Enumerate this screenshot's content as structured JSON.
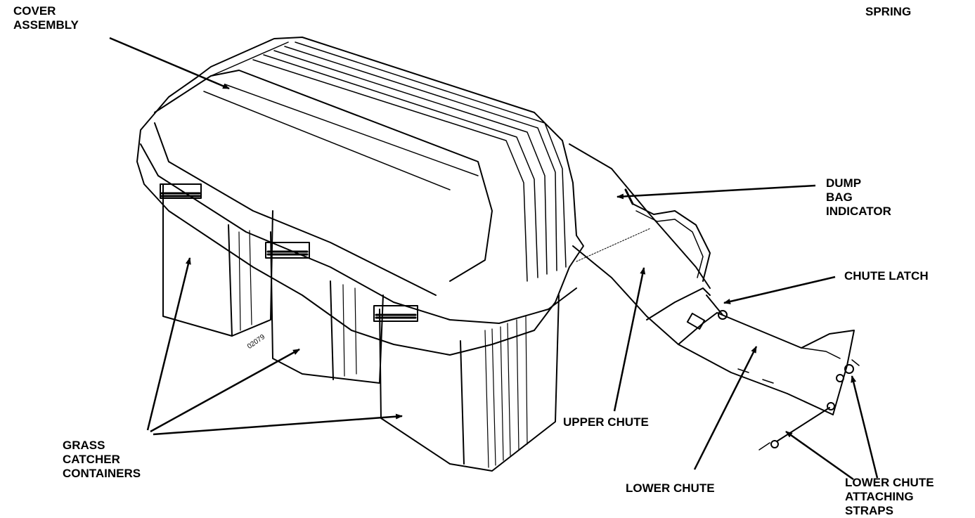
{
  "labels": {
    "cover_assembly": [
      "COVER",
      "ASSEMBLY"
    ],
    "spring": "SPRING",
    "dump_bag_indicator": [
      "DUMP",
      "BAG",
      "INDICATOR"
    ],
    "chute_latch": "CHUTE LATCH",
    "upper_chute": "UPPER CHUTE",
    "grass_catcher_containers": [
      "GRASS",
      "CATCHER",
      "CONTAINERS"
    ],
    "lower_chute": "LOWER CHUTE",
    "lower_chute_attaching_straps": [
      "LOWER CHUTE",
      "ATTACHING",
      "STRAPS"
    ]
  },
  "serial_number": "02079",
  "colors": {
    "ink": "#000000",
    "paper": "#ffffff"
  }
}
